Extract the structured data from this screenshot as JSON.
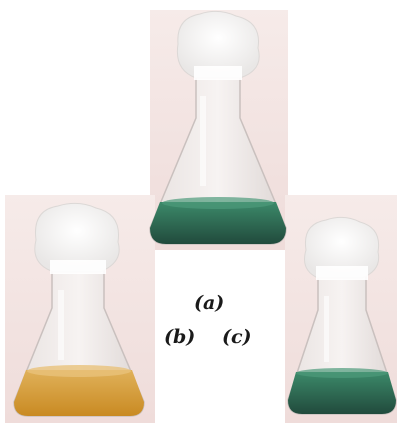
{
  "labels": {
    "a": "(a)",
    "b": "(b)",
    "c": "(c)"
  },
  "colors": {
    "background_tint": "#f3e4e2",
    "liquid_orange": "#d49a2e",
    "liquid_green": "#2f7a5c",
    "liquid_green_dark": "#1f3c33",
    "cap_white": "#fbfbfb"
  }
}
